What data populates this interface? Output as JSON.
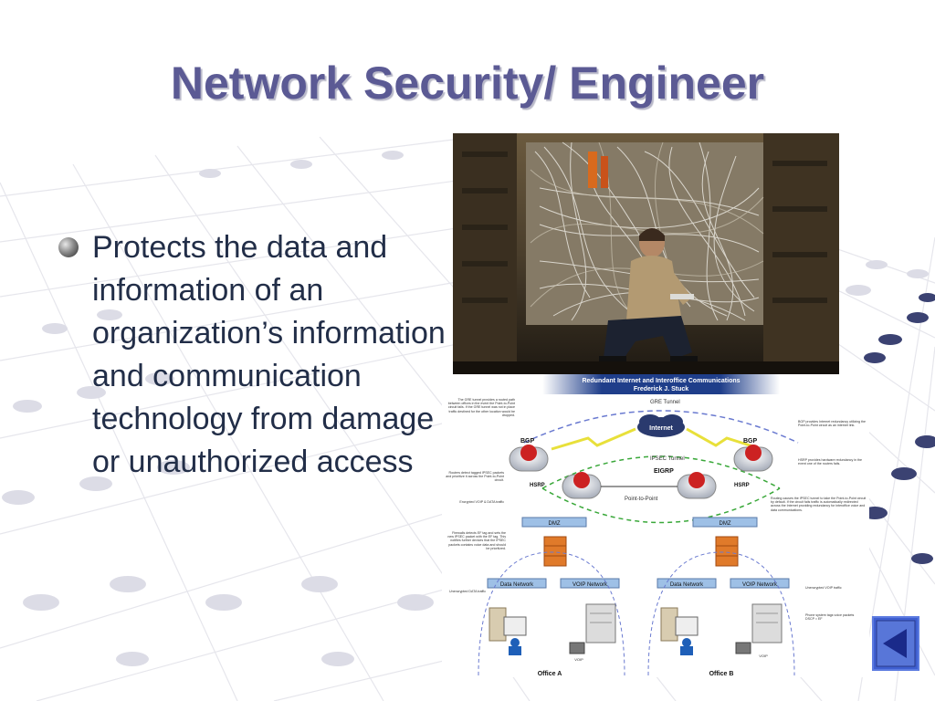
{
  "slide": {
    "title": "Network Security/ Engineer",
    "bullet": "Protects the data and information of an organization’s information and communication technology from damage or unauthorized access"
  },
  "diagram": {
    "header_title": "Redundant Internet and Interoffice Communications",
    "header_author": "Frederick J. Stuck",
    "gre_tunnel": "GRE Tunnel",
    "internet": "Internet",
    "bgp_left": "BGP",
    "bgp_right": "BGP",
    "ipsec_tunnel": "IPSEC Tunnel",
    "eigrp": "EIGRP",
    "hsrp_left": "HSRP",
    "hsrp_right": "HSRP",
    "point_to_point": "Point-to-Point",
    "dmz_left": "DMZ",
    "dmz_right": "DMZ",
    "data_network_a": "Data Network",
    "voip_network_a": "VOIP Network",
    "data_network_b": "Data Network",
    "voip_network_b": "VOIP Network",
    "voip_a": "VOIP",
    "voip_b": "VOIP",
    "office_a": "Office A",
    "office_b": "Office B",
    "note_gre": "The GRE tunnel provides a routed path between offices in the event the Point-to-Point circuit fails. If the GRE tunnel was not in place traffic destined for the other location would be dropped.",
    "note_bgp": "BGP provides Internet redundancy utilizing the Point-to-Point circuit as an internet link.",
    "note_hsrp": "HSRP provides hardware redundancy in the event one of the routers fails.",
    "note_routers": "Routers detect tagged IPSEC packets and prioritize it across the Point-to-Point circuit.",
    "note_encrypted": "Encrypted VOIP & DATA traffic",
    "note_routing": "Routing causes the IPSEC tunnel to take the Point-to-Point circuit by default. If the circuit fails traffic is automatically redirected across the Internet providing redundancy for interoffice voice and data communications.",
    "note_firewalls": "Firewalls detects EF tag and sets the new IPSEC packet with the EF tag. This notifies further devices that the IPSEC packets contains voice data and should be prioritized.",
    "note_unencrypted_data": "Unencrypted DATA traffic",
    "note_unencrypted_voip": "Unencrypted VOIP traffic",
    "note_phone": "Phone system tags voice packets DSCP = EF"
  },
  "icons": {
    "bullet": "sphere-bullet-icon",
    "nav": "back-arrow-icon"
  },
  "colors": {
    "title": "#5b5a94",
    "body_text": "#222e48",
    "nav_button": "#3f5fd0"
  }
}
